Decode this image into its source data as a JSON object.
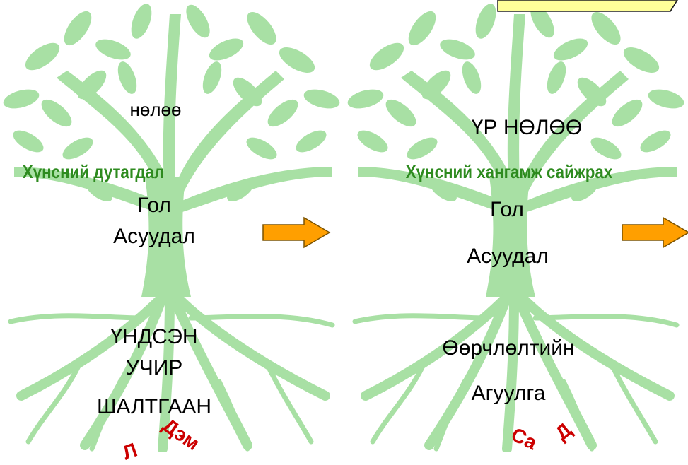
{
  "colors": {
    "tree_green": "#a8e0a4",
    "heading_green": "#2e8b1f",
    "arrow_orange": "#ff9f00",
    "note_yellow": "#ffff99",
    "script_red": "#cc0000"
  },
  "left_tree": {
    "effect": "нөлөө",
    "problem_title": "Хүнсний дутагдал",
    "core_line1": "Гол",
    "core_line2": "Асуудал",
    "root_line1": "ҮНДСЭН",
    "root_line2": "УЧИР",
    "root_line3": "ШАЛТГААН",
    "corner_a": "Дэм",
    "corner_b": "Л"
  },
  "right_tree": {
    "effect": "ҮР НӨЛӨӨ",
    "problem_title": "Хүнсний хангамж сайжрах",
    "core_line1": "Гол",
    "core_line2": "Асуудал",
    "root_line1": "Өөрчлөлтийн",
    "root_line2": "Агуулга",
    "corner_a": "Са",
    "corner_b": "Д"
  },
  "icons": {
    "arrow": "right-arrow-icon",
    "note": "callout-note-icon"
  }
}
